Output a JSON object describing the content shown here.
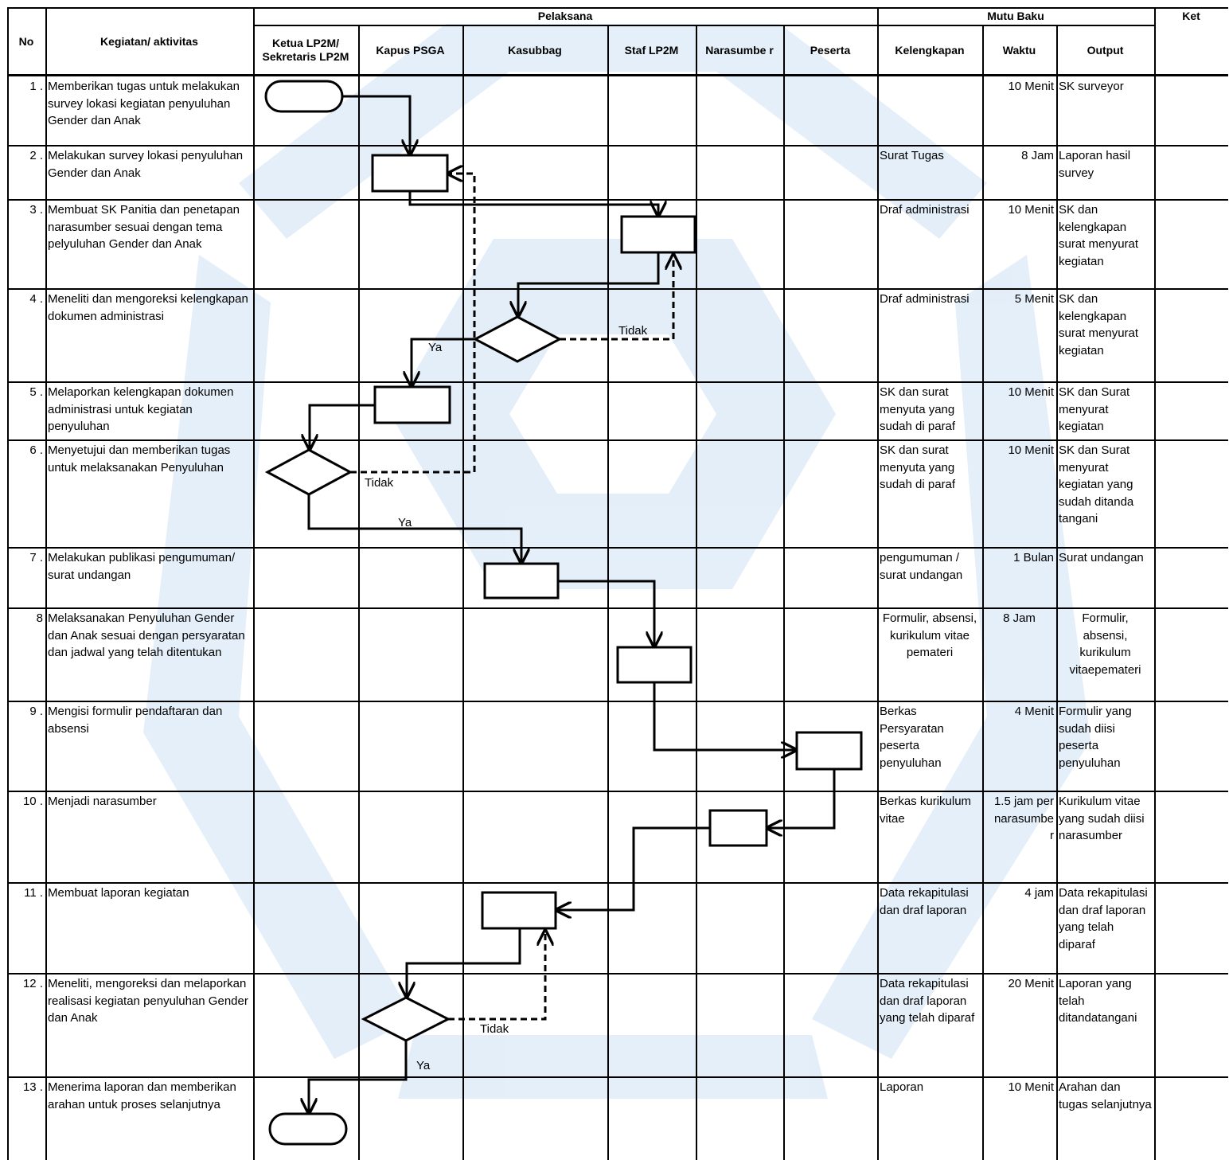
{
  "header": {
    "no": "No",
    "kegiatan": "Kegiatan/ aktivitas",
    "pelaksana": "Pelaksana",
    "mutu_baku": "Mutu Baku",
    "ket": "Ket",
    "lanes": [
      "Ketua LP2M/ Sekretaris LP2M",
      "Kapus PSGA",
      "Kasubbag",
      "Staf LP2M",
      "Narasumbe r",
      "Peserta"
    ],
    "kelengkapan": "Kelengkapan",
    "waktu": "Waktu",
    "output": "Output"
  },
  "rows": [
    {
      "no": "1 .",
      "kegiatan": "Memberikan tugas untuk melakukan survey lokasi kegiatan penyuluhan Gender dan Anak",
      "kelengkapan": "",
      "waktu": "10 Menit",
      "output": "SK surveyor",
      "ket": ""
    },
    {
      "no": "2 .",
      "kegiatan": "Melakukan survey lokasi penyuluhan Gender dan Anak",
      "kelengkapan": "Surat Tugas",
      "waktu": "8 Jam",
      "output": "Laporan hasil survey",
      "ket": ""
    },
    {
      "no": "3 .",
      "kegiatan": "Membuat SK Panitia dan penetapan narasumber sesuai dengan tema pelyuluhan Gender dan Anak",
      "kelengkapan": "Draf administrasi",
      "waktu": "10 Menit",
      "output": "SK dan kelengkapan surat menyurat kegiatan",
      "ket": ""
    },
    {
      "no": "4 .",
      "kegiatan": "Meneliti dan mengoreksi kelengkapan dokumen administrasi",
      "kelengkapan": "Draf administrasi",
      "waktu": "5 Menit",
      "output": "SK dan kelengkapan surat menyurat kegiatan",
      "ket": ""
    },
    {
      "no": "5 .",
      "kegiatan": "Melaporkan kelengkapan dokumen administrasi untuk kegiatan penyuluhan",
      "kelengkapan": "SK dan surat menyuta yang sudah di paraf",
      "waktu": "10 Menit",
      "output": "SK dan Surat menyurat kegiatan",
      "ket": ""
    },
    {
      "no": "6 .",
      "kegiatan": "Menyetujui dan memberikan tugas untuk melaksanakan Penyuluhan",
      "kelengkapan": "SK dan surat menyuta yang sudah di paraf",
      "waktu": "10 Menit",
      "output": "SK dan Surat menyurat kegiatan yang sudah ditanda tangani",
      "ket": ""
    },
    {
      "no": "7 .",
      "kegiatan": "Melakukan publikasi pengumuman/ surat undangan",
      "kelengkapan": "pengumuman / surat undangan",
      "waktu": "1 Bulan",
      "output": "Surat undangan",
      "ket": ""
    },
    {
      "no": "8",
      "kegiatan": "Melaksanakan Penyuluhan Gender dan Anak sesuai dengan persyaratan dan jadwal yang telah ditentukan",
      "kelengkapan": "Formulir, absensi, kurikulum vitae pemateri",
      "waktu": "8 Jam",
      "output": "Formulir, absensi, kurikulum vitaepemateri",
      "ket": ""
    },
    {
      "no": "9 .",
      "kegiatan": "Mengisi formulir pendaftaran dan absensi",
      "kelengkapan": "Berkas Persyaratan peserta penyuluhan",
      "waktu": "4 Menit",
      "output": "Formulir yang sudah diisi peserta penyuluhan",
      "ket": ""
    },
    {
      "no": "10 .",
      "kegiatan": "Menjadi narasumber",
      "kelengkapan": "Berkas kurikulum vitae",
      "waktu": "1.5 jam per narasumber",
      "output": "Kurikulum vitae yang sudah diisi narasumber",
      "ket": ""
    },
    {
      "no": "11 .",
      "kegiatan": "Membuat laporan kegiatan",
      "kelengkapan": "Data rekapitulasi dan draf laporan",
      "waktu": "4 jam",
      "output": "Data rekapitulasi dan draf laporan yang telah diparaf",
      "ket": ""
    },
    {
      "no": "12 .",
      "kegiatan": "Meneliti, mengoreksi dan melaporkan realisasi kegiatan penyuluhan Gender dan Anak",
      "kelengkapan": "Data rekapitulasi dan draf laporan yang telah diparaf",
      "waktu": "20 Menit",
      "output": "Laporan yang telah ditandatangani",
      "ket": ""
    },
    {
      "no": "13 .",
      "kegiatan": "Menerima laporan dan memberikan arahan untuk proses selanjutnya",
      "kelengkapan": "Laporan",
      "waktu": "10 Menit",
      "output": "Arahan dan tugas selanjutnya",
      "ket": ""
    }
  ],
  "flow_labels": {
    "ya_1": "Ya",
    "tidak_1": "Tidak",
    "ya_2": "Ya",
    "tidak_2": "Tidak",
    "ya_3": "Ya",
    "tidak_3": "Tidak"
  },
  "colors": {
    "line": "#000000",
    "watermark": "#dbe9f7"
  }
}
